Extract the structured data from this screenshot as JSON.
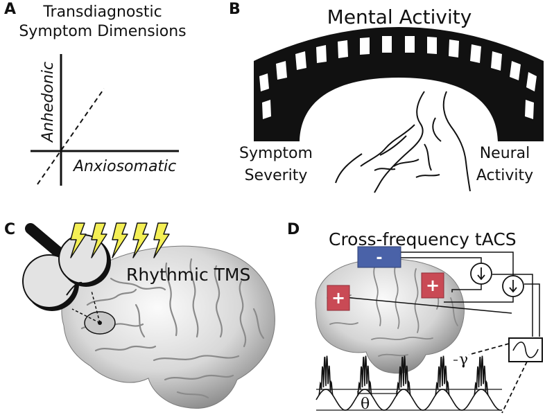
{
  "panels": {
    "a": {
      "letter": "A",
      "title_line1": "Transdiagnostic",
      "title_line2": "Symptom Dimensions",
      "y_axis_label": "Anhedonic",
      "x_axis_label": "Anxiosomatic"
    },
    "b": {
      "letter": "B",
      "bridge_label": "Mental Activity",
      "left_line1": "Symptom",
      "left_line2": "Severity",
      "right_line1": "Neural",
      "right_line2": "Activity"
    },
    "c": {
      "letter": "C",
      "label": "Rhythmic TMS"
    },
    "d": {
      "letter": "D",
      "title": "Cross-frequency tACS",
      "minus_sign": "-",
      "plus_sign": "+",
      "gamma_symbol": "γ",
      "theta_symbol": "θ"
    }
  },
  "colors": {
    "ink": "#111111",
    "bolt": "#f4ef55",
    "coil": "#e3e3e3",
    "electrode_minus": "#4a62a8",
    "electrode_plus": "#c94a55",
    "brain_light": "#f2f2f2",
    "brain_dark": "#9a9a9a"
  }
}
